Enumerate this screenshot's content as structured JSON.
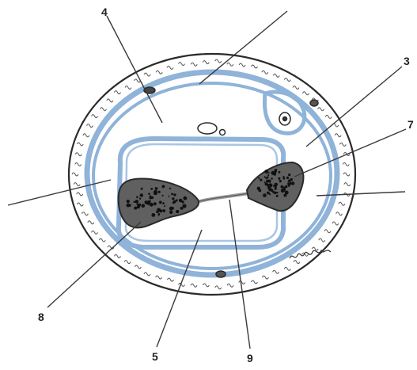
{
  "labels": {
    "l4": "4",
    "l3": "3",
    "l7": "7",
    "l8": "8",
    "l5": "5",
    "l9": "9"
  },
  "colors": {
    "outline": "#2a2a2a",
    "membrane_blue": "#8fb3d9",
    "body_gray": "#606060",
    "cavity_speckle": "#111111",
    "leader_line": "#3a3a3a",
    "background": "#ffffff"
  },
  "icons": {
    "signature": "artist-signature-icon"
  }
}
